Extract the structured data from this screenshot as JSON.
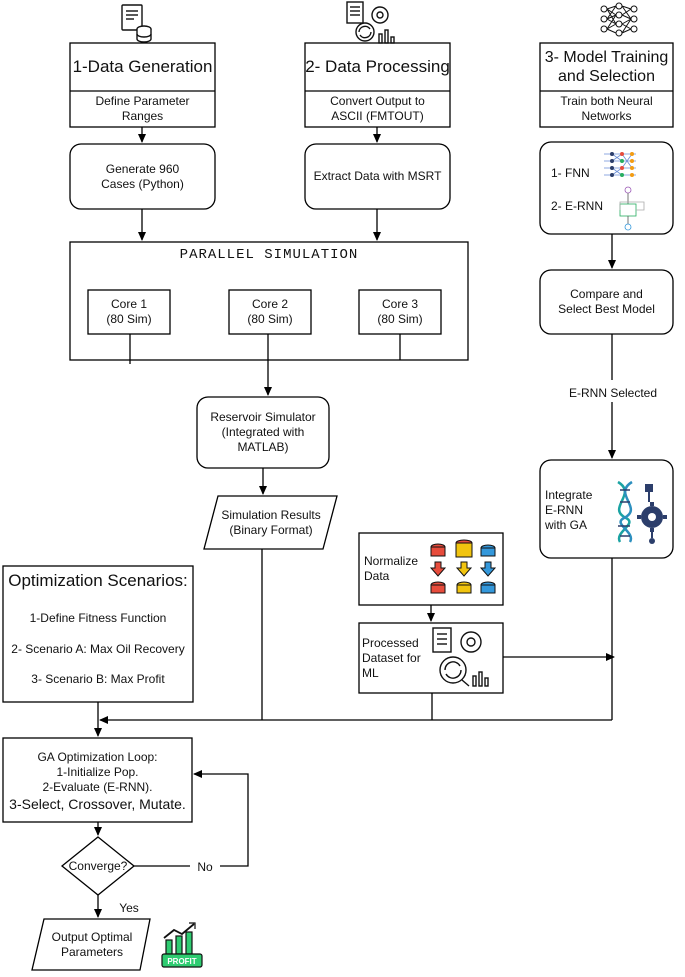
{
  "col1": {
    "title": "1-Data Generation",
    "sub": "Define Parameter Ranges",
    "step": "Generate 960 Cases (Python)"
  },
  "col2": {
    "title": "2- Data Processing",
    "sub": "Convert Output to ASCII (FMTOUT)",
    "step": "Extract Data with MSRT"
  },
  "col3": {
    "title": "3- Model Training and Selection",
    "sub": "Train both Neural Networks",
    "models": [
      "1- FNN",
      "2- E-RNN"
    ],
    "compare": "Compare and Select Best Model",
    "selected": "E-RNN Selected",
    "integrate": "Integrate E-RNN with GA"
  },
  "parallel": {
    "title": "PARALLEL SIMULATION",
    "cores": [
      {
        "name": "Core 1",
        "sims": "(80 Sim)"
      },
      {
        "name": "Core 2",
        "sims": "(80 Sim)"
      },
      {
        "name": "Core 3",
        "sims": "(80 Sim)"
      }
    ]
  },
  "simulator": "Reservoir Simulator (Integrated with MATLAB)",
  "results": "Simulation Results (Binary Format)",
  "normalize": "Normalize Data",
  "processed": "Processed Dataset for ML",
  "optimization": {
    "title": "Optimization Scenarios:",
    "items": [
      "1-Define Fitness Function",
      "2- Scenario A: Max Oil Recovery",
      "3- Scenario B: Max Profit"
    ]
  },
  "ga": {
    "line1": "GA Optimization Loop:",
    "line2": "1-Initialize Pop.",
    "line3": "2-Evaluate (E-RNN).",
    "line4": "3-Select, Crossover, Mutate."
  },
  "converge": "Converge?",
  "no": "No",
  "yes": "Yes",
  "output": "Output Optimal Parameters",
  "profit_badge": "PROFIT",
  "icons": [
    "database-document-icon",
    "data-processing-gear-icon",
    "neural-network-icon",
    "dna-gear-icon",
    "data-transform-icon",
    "analytics-gear-icon",
    "profit-chart-icon"
  ],
  "colors": {
    "stroke": "#000000",
    "red": "#e74c3c",
    "yellow": "#f1c40f",
    "blue": "#3498db",
    "teal": "#1aa3a3",
    "navy": "#2c3e6b",
    "green": "#2ecc71"
  }
}
